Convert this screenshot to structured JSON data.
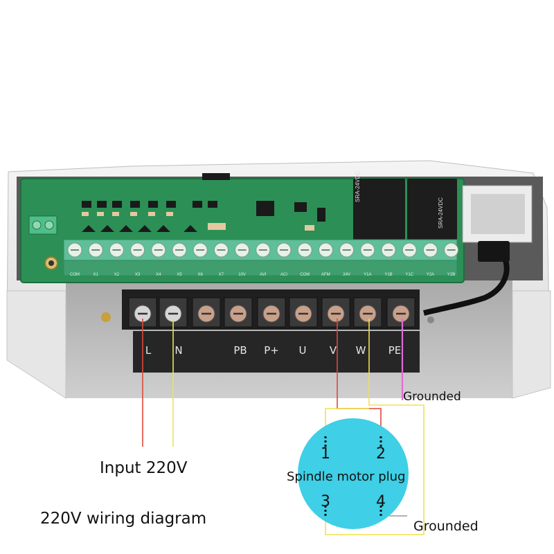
{
  "terminal_labels": [
    "L",
    "N",
    "PB",
    "P+",
    "U",
    "V",
    "W",
    "PE"
  ],
  "control_labels": [
    "COM",
    "X1",
    "X2",
    "X3",
    "X4",
    "X5",
    "X6",
    "X7",
    "10V",
    "AVI",
    "ACI",
    "COM",
    "AFM",
    "24V",
    "Y1A",
    "Y1B",
    "Y1C",
    "Y2A",
    "Y2B"
  ],
  "relay_text": "SRA-24VDC",
  "labels": {
    "input": "Input 220V",
    "title": "220V wiring diagram",
    "grounded_top": "Grounded",
    "grounded_bottom": "Grounded",
    "plug": "Spindle motor plug"
  },
  "plug_pins": [
    "1",
    "2",
    "3",
    "4"
  ],
  "colors": {
    "pcb": "#2c8f56",
    "terminal_block": "#5fbf98",
    "power_block": "#222222",
    "wire_red": "#e0463e",
    "wire_yellow": "#f0e24a",
    "wire_pink": "#e46ad6",
    "plug": "#3fcfe6"
  }
}
